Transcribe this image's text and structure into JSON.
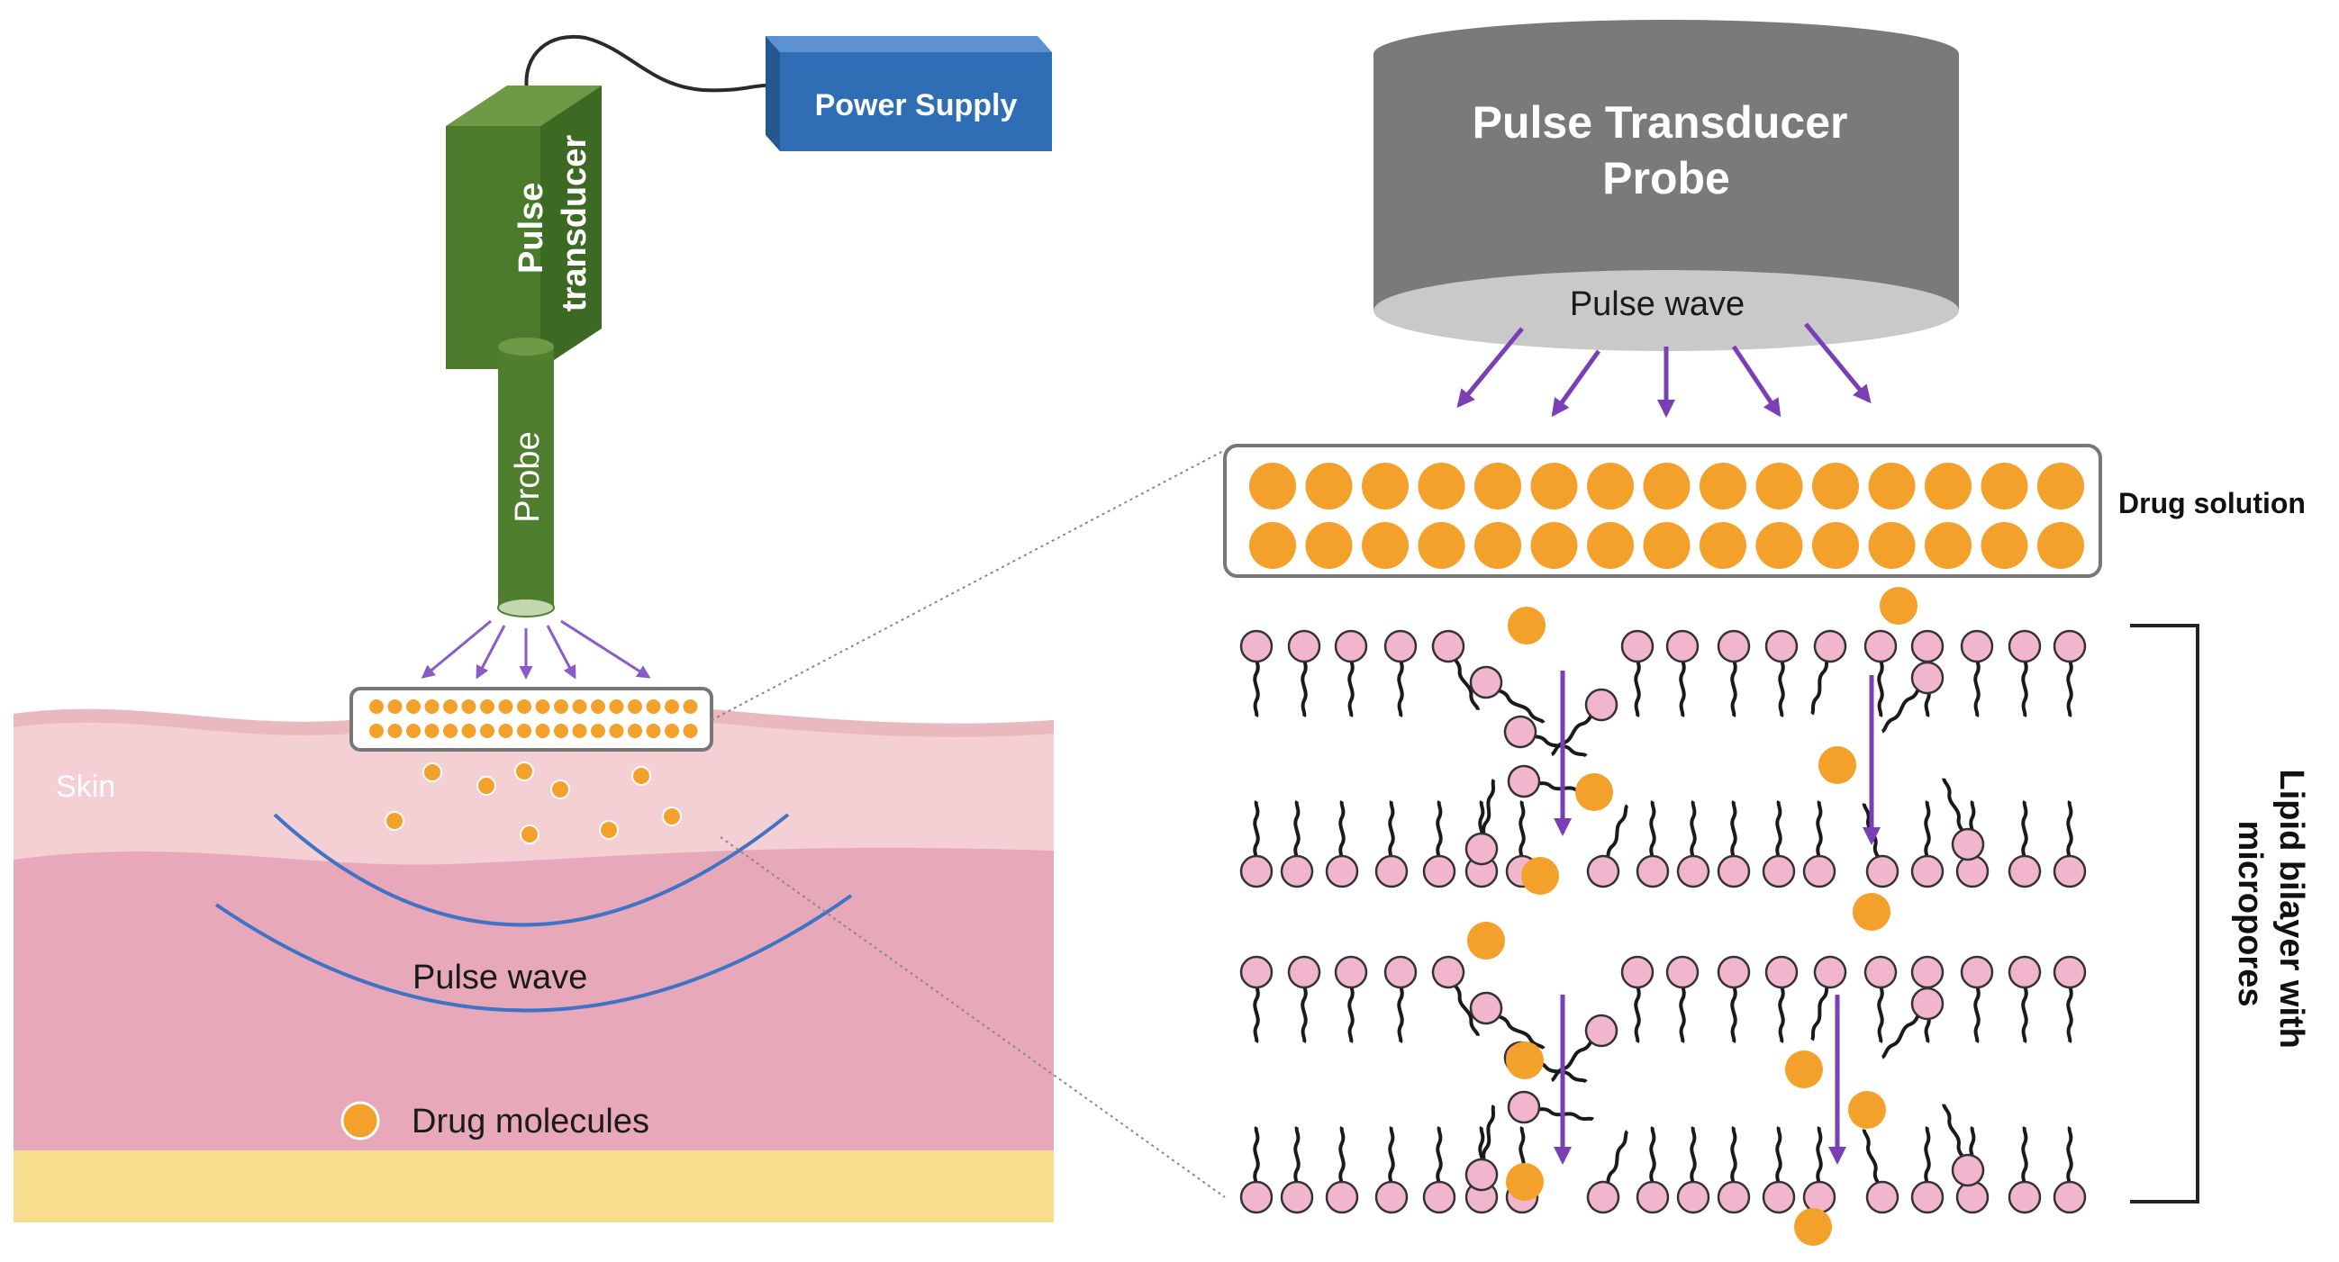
{
  "labels": {
    "power_supply": "Power Supply",
    "pulse_transducer": [
      "Pulse",
      "transducer"
    ],
    "probe": "Probe",
    "skin": "Skin",
    "pulse_wave_left": "Pulse wave",
    "drug_molecules": "Drug molecules",
    "probe_title": [
      "Pulse Transducer",
      "Probe"
    ],
    "pulse_wave_right": "Pulse wave",
    "drug_solution": "Drug solution",
    "lipid_bilayer": [
      "Lipid bilayer with",
      "micropores"
    ]
  },
  "colors": {
    "transducer_green": "#4f7f2e",
    "power_supply_blue": "#2f6eb5",
    "probe_gray": "#7a7a7a",
    "drug_orange": "#f3a12b",
    "lipid_head_pink": "#f1b6cd",
    "arrow_purple": "#7a3fb5",
    "wave_blue": "#3f73c5",
    "skin_top": "#f2c7cc",
    "skin_mid": "#e8a6b7",
    "skin_bottom": "#f6dc8c"
  }
}
